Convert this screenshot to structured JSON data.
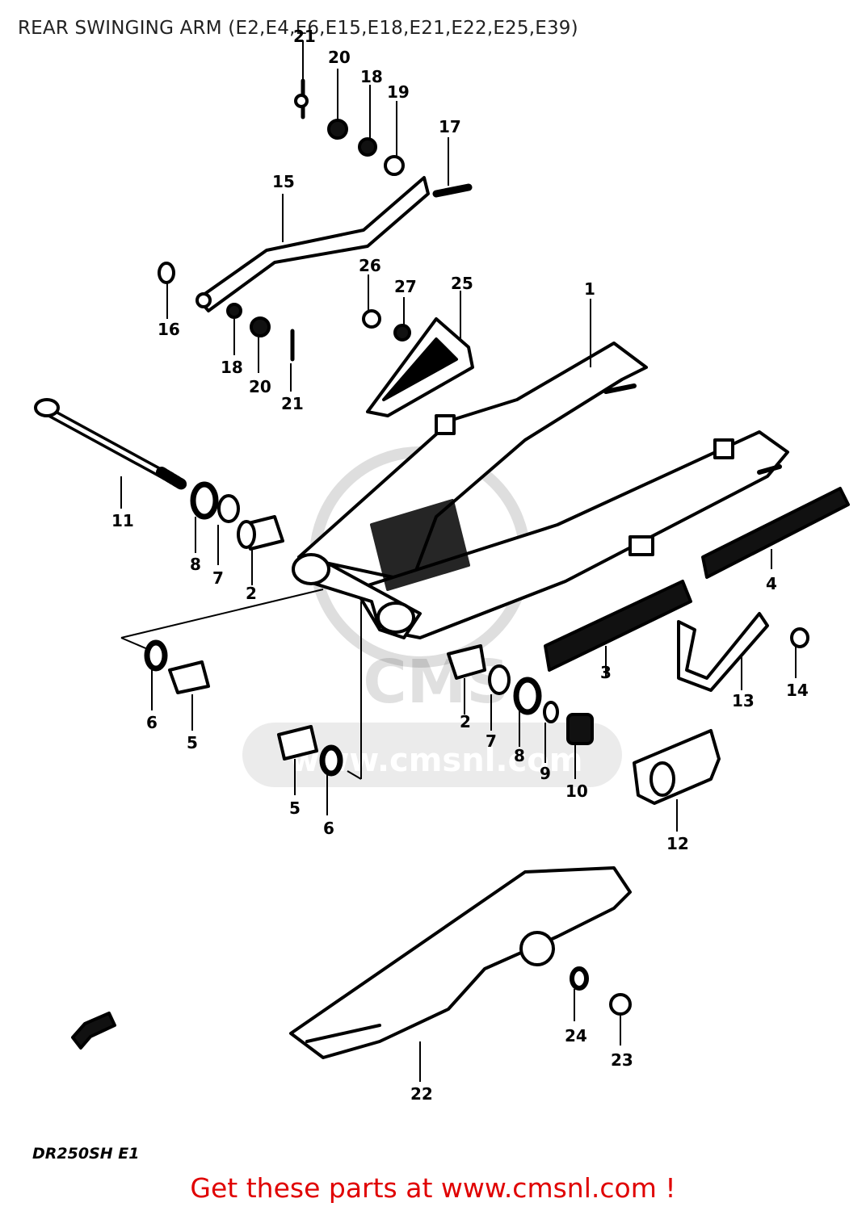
{
  "title": "REAR SWINGING ARM (E2,E4,E6,E15,E18,E21,E22,E25,E39)",
  "watermark": {
    "text": "www.cmsnl.com",
    "logo_text": "CMS"
  },
  "callouts": [
    {
      "id": "c1",
      "label": "1"
    },
    {
      "id": "c2a",
      "label": "2"
    },
    {
      "id": "c2b",
      "label": "2"
    },
    {
      "id": "c3",
      "label": "3"
    },
    {
      "id": "c4",
      "label": "4"
    },
    {
      "id": "c5a",
      "label": "5"
    },
    {
      "id": "c5b",
      "label": "5"
    },
    {
      "id": "c6a",
      "label": "6"
    },
    {
      "id": "c6b",
      "label": "6"
    },
    {
      "id": "c7a",
      "label": "7"
    },
    {
      "id": "c7b",
      "label": "7"
    },
    {
      "id": "c8a",
      "label": "8"
    },
    {
      "id": "c8b",
      "label": "8"
    },
    {
      "id": "c9",
      "label": "9"
    },
    {
      "id": "c10",
      "label": "10"
    },
    {
      "id": "c11",
      "label": "11"
    },
    {
      "id": "c12",
      "label": "12"
    },
    {
      "id": "c13",
      "label": "13"
    },
    {
      "id": "c14",
      "label": "14"
    },
    {
      "id": "c15",
      "label": "15"
    },
    {
      "id": "c16",
      "label": "16"
    },
    {
      "id": "c17",
      "label": "17"
    },
    {
      "id": "c18a",
      "label": "18"
    },
    {
      "id": "c18b",
      "label": "18"
    },
    {
      "id": "c19",
      "label": "19"
    },
    {
      "id": "c20a",
      "label": "20"
    },
    {
      "id": "c20b",
      "label": "20"
    },
    {
      "id": "c21a",
      "label": "21"
    },
    {
      "id": "c21b",
      "label": "21"
    },
    {
      "id": "c22",
      "label": "22"
    },
    {
      "id": "c23",
      "label": "23"
    },
    {
      "id": "c24",
      "label": "24"
    },
    {
      "id": "c25",
      "label": "25"
    },
    {
      "id": "c26",
      "label": "26"
    },
    {
      "id": "c27",
      "label": "27"
    }
  ],
  "model_code": "DR250SH E1",
  "footer": {
    "text": "Get these parts at www.cmsnl.com !",
    "color": "#e00000"
  }
}
